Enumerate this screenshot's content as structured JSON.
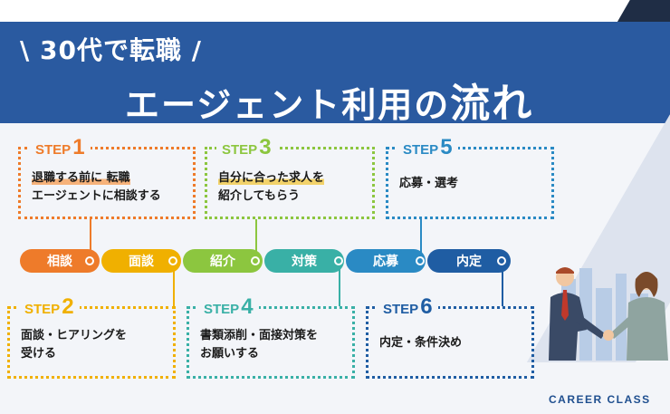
{
  "header": {
    "subtitle": "\\ 30代で転職 /",
    "title_main": "エージェント利用の",
    "title_big": "流れ"
  },
  "steps": [
    {
      "label": "STEP",
      "num": "1",
      "lines": [
        "退職する前に 転職",
        "エージェントに相談する"
      ],
      "color": "#ee7b2a"
    },
    {
      "label": "STEP",
      "num": "2",
      "lines": [
        "面談・ヒアリングを",
        "受ける"
      ],
      "color": "#f0b000"
    },
    {
      "label": "STEP",
      "num": "3",
      "lines": [
        "自分に合った求人を",
        "紹介してもらう"
      ],
      "color": "#8cc63f"
    },
    {
      "label": "STEP",
      "num": "4",
      "lines": [
        "書類添削・面接対策を",
        "お願いする"
      ],
      "color": "#39b0a6"
    },
    {
      "label": "STEP",
      "num": "5",
      "lines": [
        "応募・選考"
      ],
      "color": "#2a8ac4"
    },
    {
      "label": "STEP",
      "num": "6",
      "lines": [
        "内定・条件決め"
      ],
      "color": "#1f5da3"
    }
  ],
  "flow": [
    {
      "label": "相談",
      "color": "#ee7b2a"
    },
    {
      "label": "面談",
      "color": "#f0b000"
    },
    {
      "label": "紹介",
      "color": "#8cc63f"
    },
    {
      "label": "対策",
      "color": "#39b0a6"
    },
    {
      "label": "応募",
      "color": "#2a8ac4"
    },
    {
      "label": "内定",
      "color": "#1f5da3"
    }
  ],
  "brand": "CAREER CLASS"
}
